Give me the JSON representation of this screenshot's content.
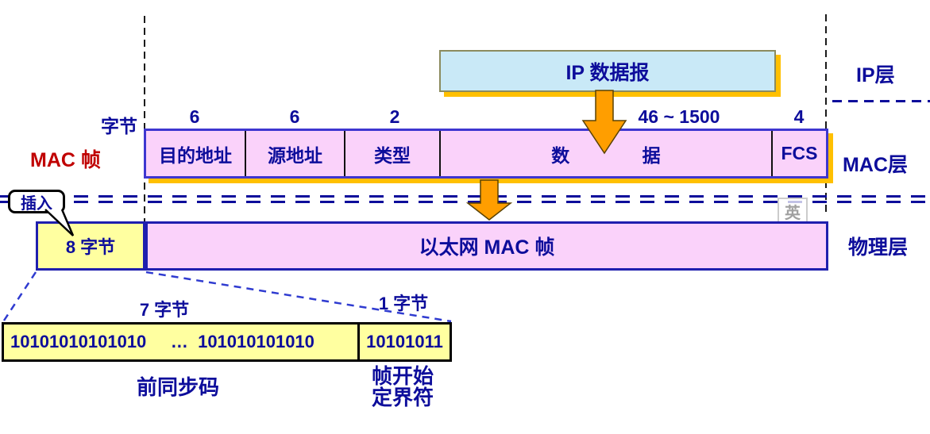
{
  "colors": {
    "text_navy": "#0d0d9b",
    "caption_red": "#c00000",
    "frame_pink": "#fad2fa",
    "frame_border": "#3e36d0",
    "box_yellow": "#ffffa0",
    "shadow_gold": "#ffc000",
    "ip_fill": "#c9e9f7",
    "arrow_orange": "#ff9e00"
  },
  "layer_labels": {
    "ip": "IP层",
    "mac": "MAC层",
    "physical": "物理层"
  },
  "ip_datagram": {
    "label": "IP 数据报"
  },
  "mac_frame": {
    "caption": "MAC 帧",
    "unit_label": "字节",
    "fields": [
      {
        "name": "目的地址",
        "bytes": "6"
      },
      {
        "name": "源地址",
        "bytes": "6"
      },
      {
        "name": "类型",
        "bytes": "2"
      },
      {
        "name": "数 据",
        "bytes": "46 ~ 1500"
      },
      {
        "name": "FCS",
        "bytes": "4"
      }
    ]
  },
  "physical_row": {
    "insert_label": "插入",
    "preamble_box": "8 字节",
    "ethernet_frame": "以太网 MAC 帧"
  },
  "preamble_detail": {
    "preamble_bytes": "7 字节",
    "sfd_bytes": "1 字节",
    "preamble_bits": "10101010101010     …  101010101010",
    "sfd_bits": "10101011",
    "preamble_name": "前同步码",
    "sfd_name_line1": "帧开始",
    "sfd_name_line2": "定界符"
  },
  "watermark": "英"
}
